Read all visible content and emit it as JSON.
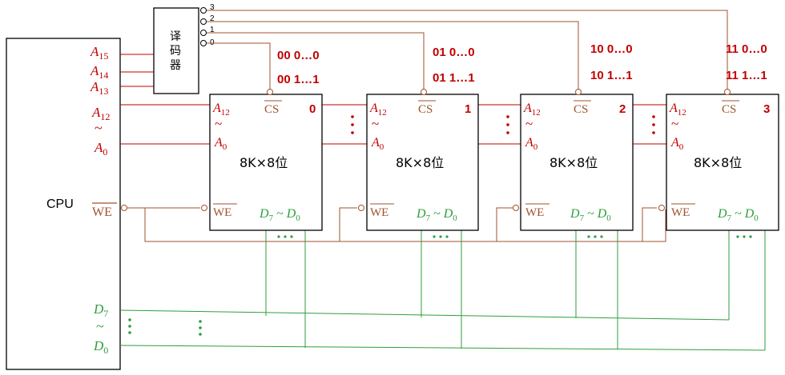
{
  "cpu": {
    "label": "CPU",
    "addr": {
      "a15": "15",
      "a14": "14",
      "a13": "13",
      "a12": "12",
      "a0": "0",
      "tilde": "~"
    },
    "we": "WE",
    "data": {
      "d7": "7",
      "d0": "0",
      "tilde": "~"
    }
  },
  "decoder": {
    "label": [
      "译",
      "码",
      "器"
    ],
    "outputs": [
      "3",
      "2",
      "1",
      "0"
    ]
  },
  "chips": [
    {
      "id": "0",
      "capacity": "8K×8位",
      "cs": "CS",
      "we": "WE",
      "range_start": "00 0…0",
      "range_end": "00 1…1"
    },
    {
      "id": "1",
      "capacity": "8K×8位",
      "cs": "CS",
      "we": "WE",
      "range_start": "01 0…0",
      "range_end": "01 1…1"
    },
    {
      "id": "2",
      "capacity": "8K×8位",
      "cs": "CS",
      "we": "WE",
      "range_start": "10 0…0",
      "range_end": "10 1…1"
    },
    {
      "id": "3",
      "capacity": "8K×8位",
      "cs": "CS",
      "we": "WE",
      "range_start": "11 0…0",
      "range_end": "11 1…1"
    }
  ],
  "chip_pins": {
    "a12": "12",
    "a0": "0",
    "tilde": "~",
    "d7": "7",
    "d0": "0",
    "range_tilde": "~"
  },
  "colors": {
    "address": "#c00000",
    "control": "#a0522d",
    "data": "#2e9e3e",
    "outline": "#000000"
  }
}
